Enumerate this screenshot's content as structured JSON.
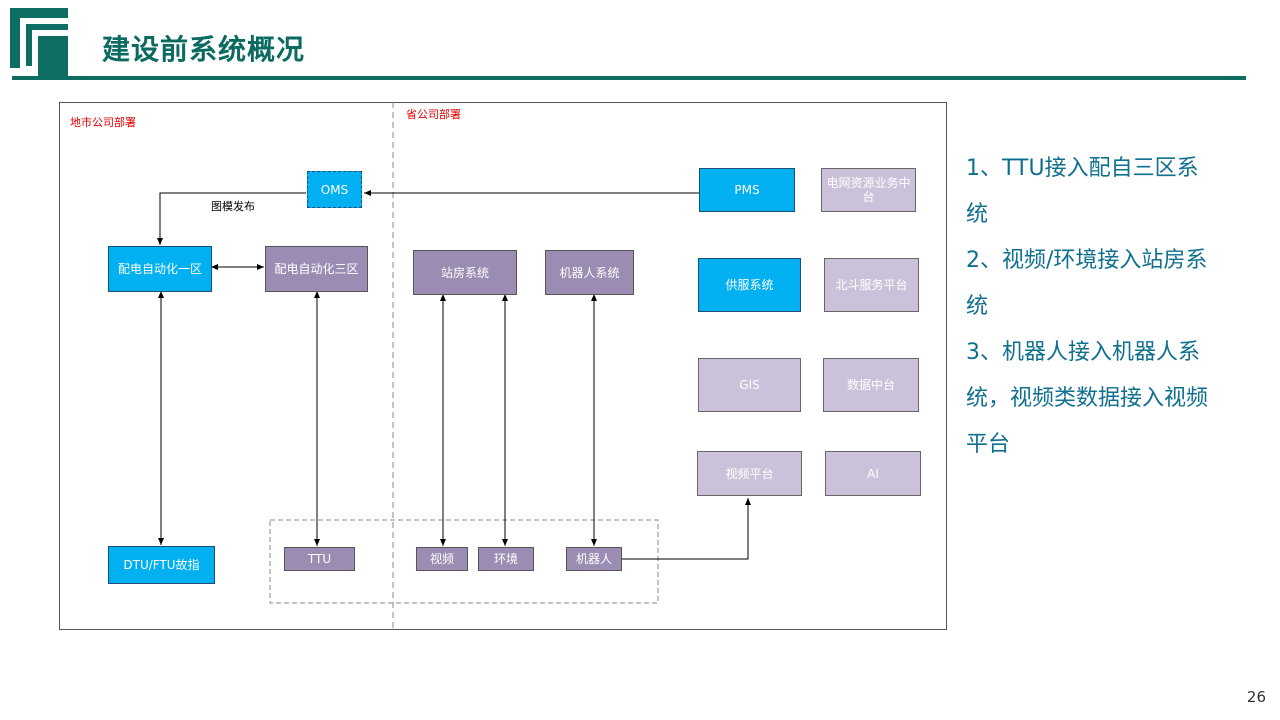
{
  "slide": {
    "title": "建设前系统概况",
    "page_number": "26"
  },
  "diagram": {
    "region_left": "地市公司部署",
    "region_right": "省公司部署",
    "edge_label": "图模发布",
    "nodes": {
      "oms": "OMS",
      "pms": "PMS",
      "grid_resource": "电网资源业务中台",
      "dist_auto_1": "配电自动化一区",
      "dist_auto_3": "配电自动化三区",
      "station_system": "站房系统",
      "robot_system": "机器人系统",
      "supply_service": "供服系统",
      "beidou": "北斗服务平台",
      "gis": "GIS",
      "data_center": "数据中台",
      "video_platform": "视频平台",
      "ai": "AI",
      "dtu_ftu": "DTU/FTU故指",
      "ttu": "TTU",
      "video": "视频",
      "environment": "环境",
      "robot": "机器人"
    }
  },
  "notes": {
    "lines": [
      "1、TTU接入配自三区系",
      "统",
      "2、视频/环境接入站房系",
      "统",
      "3、机器人接入机器人系",
      "统，视频类数据接入视频",
      "平台"
    ]
  },
  "colors": {
    "title": "#0b6b60",
    "rule": "#0f6e63",
    "blue_node": "#00b0f0",
    "purple_node": "#9b8cb3",
    "lilac_node": "#ccc1da",
    "side_text": "#0f6f8f",
    "region_label": "#e00000"
  }
}
